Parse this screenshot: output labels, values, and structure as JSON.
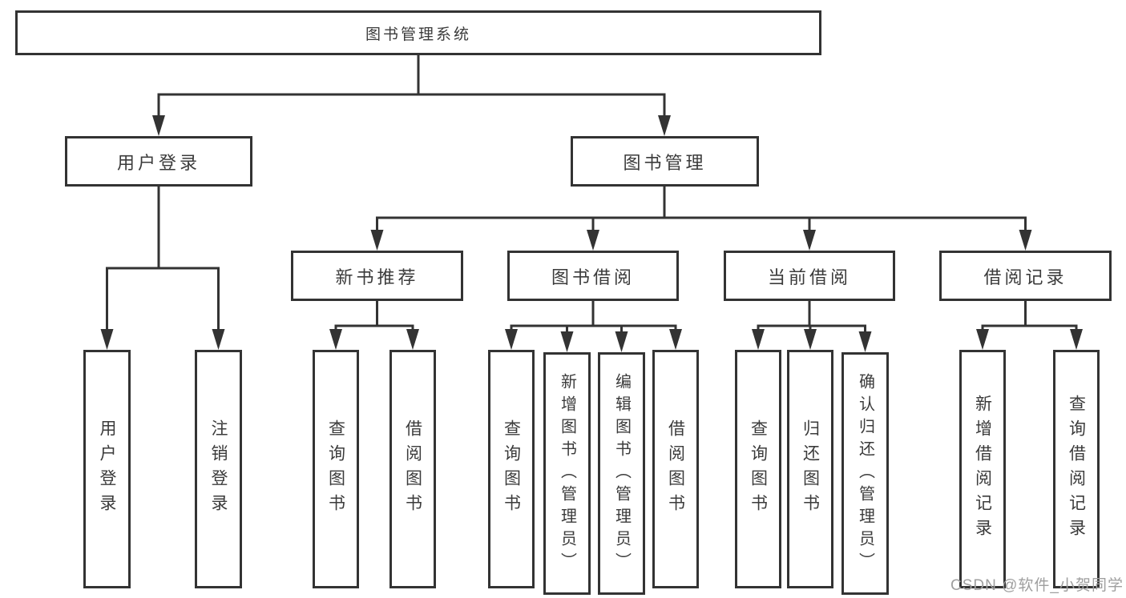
{
  "tree": {
    "label": "图书管理系统",
    "children": [
      {
        "label": "用户登录",
        "children": [
          {
            "label": "用户登录"
          },
          {
            "label": "注销登录"
          }
        ]
      },
      {
        "label": "图书管理",
        "children": [
          {
            "label": "新书推荐",
            "children": [
              {
                "label": "查询图书"
              },
              {
                "label": "借阅图书"
              }
            ]
          },
          {
            "label": "图书借阅",
            "children": [
              {
                "label": "查询图书"
              },
              {
                "label": "新增图书（管理员）"
              },
              {
                "label": "编辑图书（管理员）"
              },
              {
                "label": "借阅图书"
              }
            ]
          },
          {
            "label": "当前借阅",
            "children": [
              {
                "label": "查询图书"
              },
              {
                "label": "归还图书"
              },
              {
                "label": "确认归还（管理员）"
              }
            ]
          },
          {
            "label": "借阅记录",
            "children": [
              {
                "label": "新增借阅记录"
              },
              {
                "label": "查询借阅记录"
              }
            ]
          }
        ]
      }
    ]
  },
  "watermark": {
    "text": "CSDN @软件_小贺同学"
  },
  "colors": {
    "line": "#333333",
    "box_background": "#ffffff",
    "text": "#3b3b3b",
    "watermark": "#9f9f9f"
  }
}
